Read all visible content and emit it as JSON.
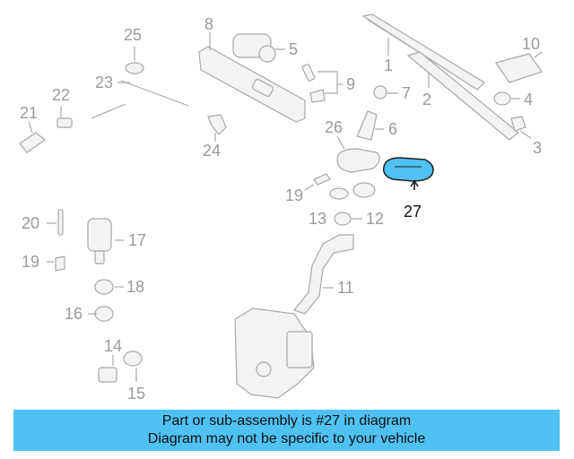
{
  "diagram": {
    "highlight_color": "#4fc1f3",
    "callouts": [
      "1",
      "2",
      "3",
      "4",
      "5",
      "6",
      "7",
      "8",
      "9",
      "10",
      "11",
      "12",
      "13",
      "14",
      "15",
      "16",
      "17",
      "18",
      "19",
      "19",
      "20",
      "21",
      "22",
      "23",
      "24",
      "25",
      "26",
      "27"
    ],
    "highlighted_part": "27"
  },
  "banner": {
    "line1": "Part or sub-assembly is #27 in diagram",
    "line2": "Diagram may not be specific to your vehicle"
  }
}
